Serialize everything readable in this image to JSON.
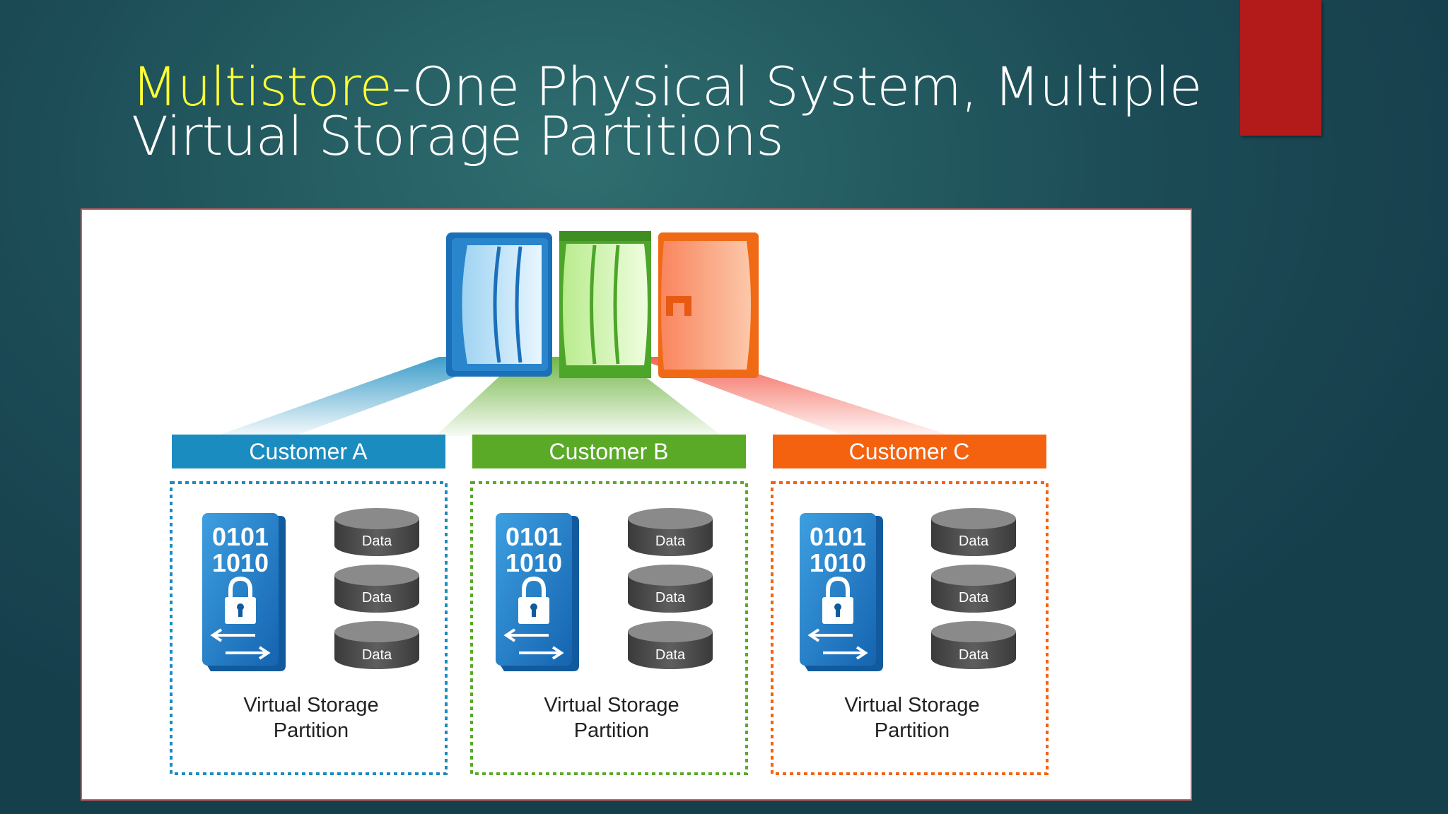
{
  "slide": {
    "title_accent": "Multistore",
    "title_rest": "-One Physical System, Multiple",
    "title_line2": "Virtual Storage Partitions"
  },
  "diagram": {
    "customers": [
      {
        "label": "Customer A",
        "color": "#1b8cc0",
        "partition_label_1": "Virtual Storage",
        "partition_label_2": "Partition",
        "disks": [
          "Data",
          "Data",
          "Data"
        ],
        "bits_1": "0101",
        "bits_2": "1010"
      },
      {
        "label": "Customer B",
        "color": "#5aaa28",
        "partition_label_1": "Virtual Storage",
        "partition_label_2": "Partition",
        "disks": [
          "Data",
          "Data",
          "Data"
        ],
        "bits_1": "0101",
        "bits_2": "1010"
      },
      {
        "label": "Customer C",
        "color": "#f5620f",
        "partition_label_1": "Virtual Storage",
        "partition_label_2": "Partition",
        "disks": [
          "Data",
          "Data",
          "Data"
        ],
        "bits_1": "0101",
        "bits_2": "1010"
      }
    ],
    "colors": {
      "blue": "#1b8cc0",
      "green": "#5aaa28",
      "orange": "#f5620f",
      "disk": "#4a4a4a"
    }
  }
}
